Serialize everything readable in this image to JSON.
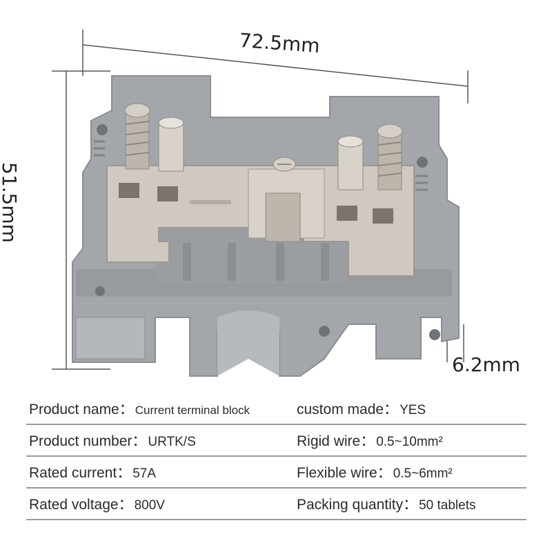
{
  "dimensions": {
    "width": "72.5mm",
    "height": "51.5mm",
    "depth": "6.2mm"
  },
  "colors": {
    "housing": "#a3a7ab",
    "housing_dark": "#8e9296",
    "metal": "#cfc9c1",
    "metal_dark": "#9e978e",
    "line": "#444444"
  },
  "specs": [
    {
      "left_label": "Product name：",
      "left_value": "Current terminal block",
      "right_label": "custom made：",
      "right_value": "YES"
    },
    {
      "left_label": "Product number：",
      "left_value": "URTK/S",
      "right_label": "Rigid wire：",
      "right_value": "0.5~10mm²"
    },
    {
      "left_label": "Rated current：",
      "left_value": "57A",
      "right_label": "Flexible wire：",
      "right_value": "0.5~6mm²"
    },
    {
      "left_label": "Rated voltage：",
      "left_value": "800V",
      "right_label": "Packing quantity：",
      "right_value": "50 tablets"
    }
  ]
}
